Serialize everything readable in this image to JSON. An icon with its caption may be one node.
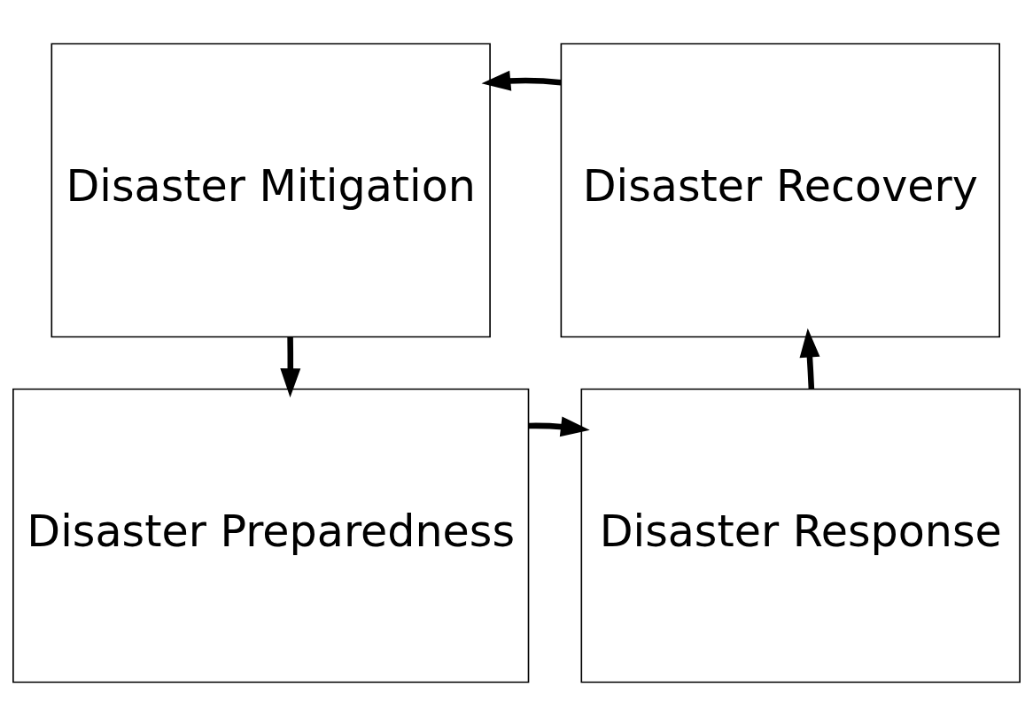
{
  "diagram": {
    "nodes": [
      {
        "text": [
          "Disaster Mitigation"
        ]
      },
      {
        "text": [
          "Disaster Recovery"
        ]
      },
      {
        "text": [
          "Disaster Preparedness"
        ]
      },
      {
        "text": [
          "Disaster Response"
        ]
      }
    ],
    "edges": [
      {
        "from": 0,
        "to": 2,
        "arrow": "to"
      },
      {
        "from": 2,
        "to": 3,
        "arrow": "to"
      },
      {
        "from": 3,
        "to": 1,
        "arrow": "to"
      },
      {
        "from": 1,
        "to": 0,
        "arrow": "to"
      }
    ]
  }
}
